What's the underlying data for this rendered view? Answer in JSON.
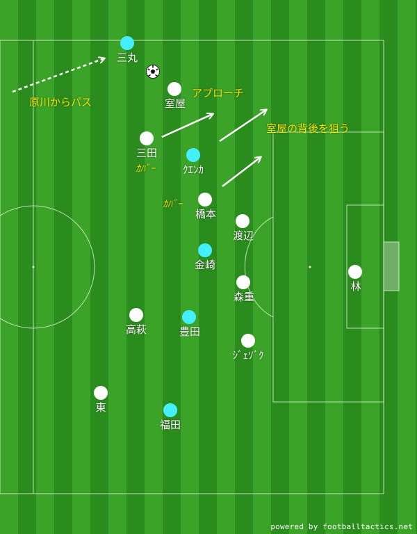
{
  "colors": {
    "stripe_a": "#3ca329",
    "stripe_b": "#2b8c1e",
    "line": "#ffffff",
    "white_team": "#ffffff",
    "cyan_team": "#44f0ff",
    "annotation": "#f2e600"
  },
  "players": {
    "mimaru": "三丸",
    "muroya": "室屋",
    "mita": "三田",
    "cuenca": "ｸｴﾝｶ",
    "hashimoto": "橋本",
    "watanabe": "渡辺",
    "kanazaki": "金崎",
    "morishige": "森重",
    "hayashi": "林",
    "takahagi": "高萩",
    "toyoda": "豊田",
    "jesiel": "ｼﾞｪｿﾞｸ",
    "higashi": "東",
    "fukuda": "福田"
  },
  "annotations": {
    "pass": "原川からパス",
    "approach": "アプローチ",
    "target": "室屋の背後を狙う",
    "cover1": "ｶﾊﾞｰ",
    "cover2": "ｶﾊﾞｰ"
  },
  "ball_icon": "soccer-ball-icon",
  "credit": "powered by footballtactics.net"
}
